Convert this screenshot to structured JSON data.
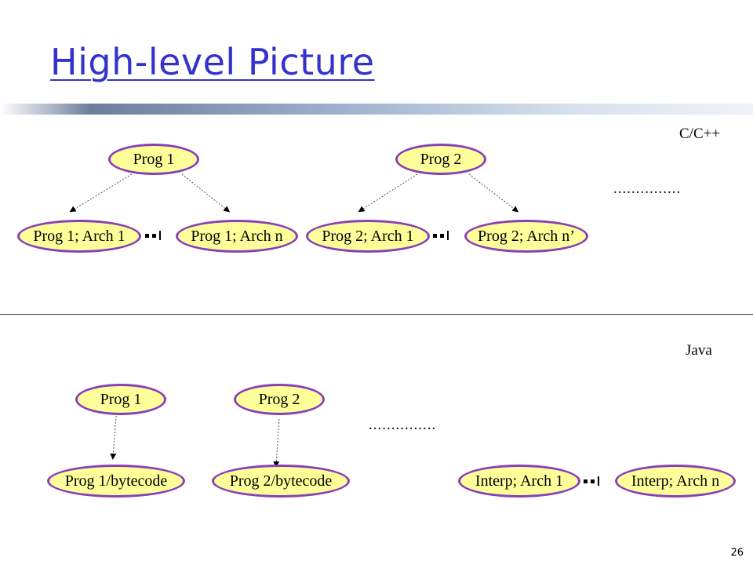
{
  "slide": {
    "title": "High-level Picture",
    "page_number": "26"
  },
  "top": {
    "label": "C/C++",
    "ellipsis": "...............",
    "nodes": {
      "prog1": "Prog 1",
      "prog2": "Prog 2",
      "prog1_arch1": "Prog 1; Arch 1",
      "prog1_archn": "Prog 1; Arch n",
      "prog2_arch1": "Prog 2; Arch 1",
      "prog2_archn": "Prog 2; Arch n’"
    }
  },
  "bottom": {
    "label": "Java",
    "ellipsis": "...............",
    "nodes": {
      "prog1": "Prog 1",
      "prog2": "Prog 2",
      "prog1_bytecode": "Prog 1/bytecode",
      "prog2_bytecode": "Prog 2/bytecode",
      "interp_arch1": "Interp; Arch 1",
      "interp_archn": "Interp; Arch n"
    }
  },
  "colors": {
    "title": "#3333cc",
    "node_fill": "#ffff99",
    "node_border": "#8a3fb8"
  }
}
